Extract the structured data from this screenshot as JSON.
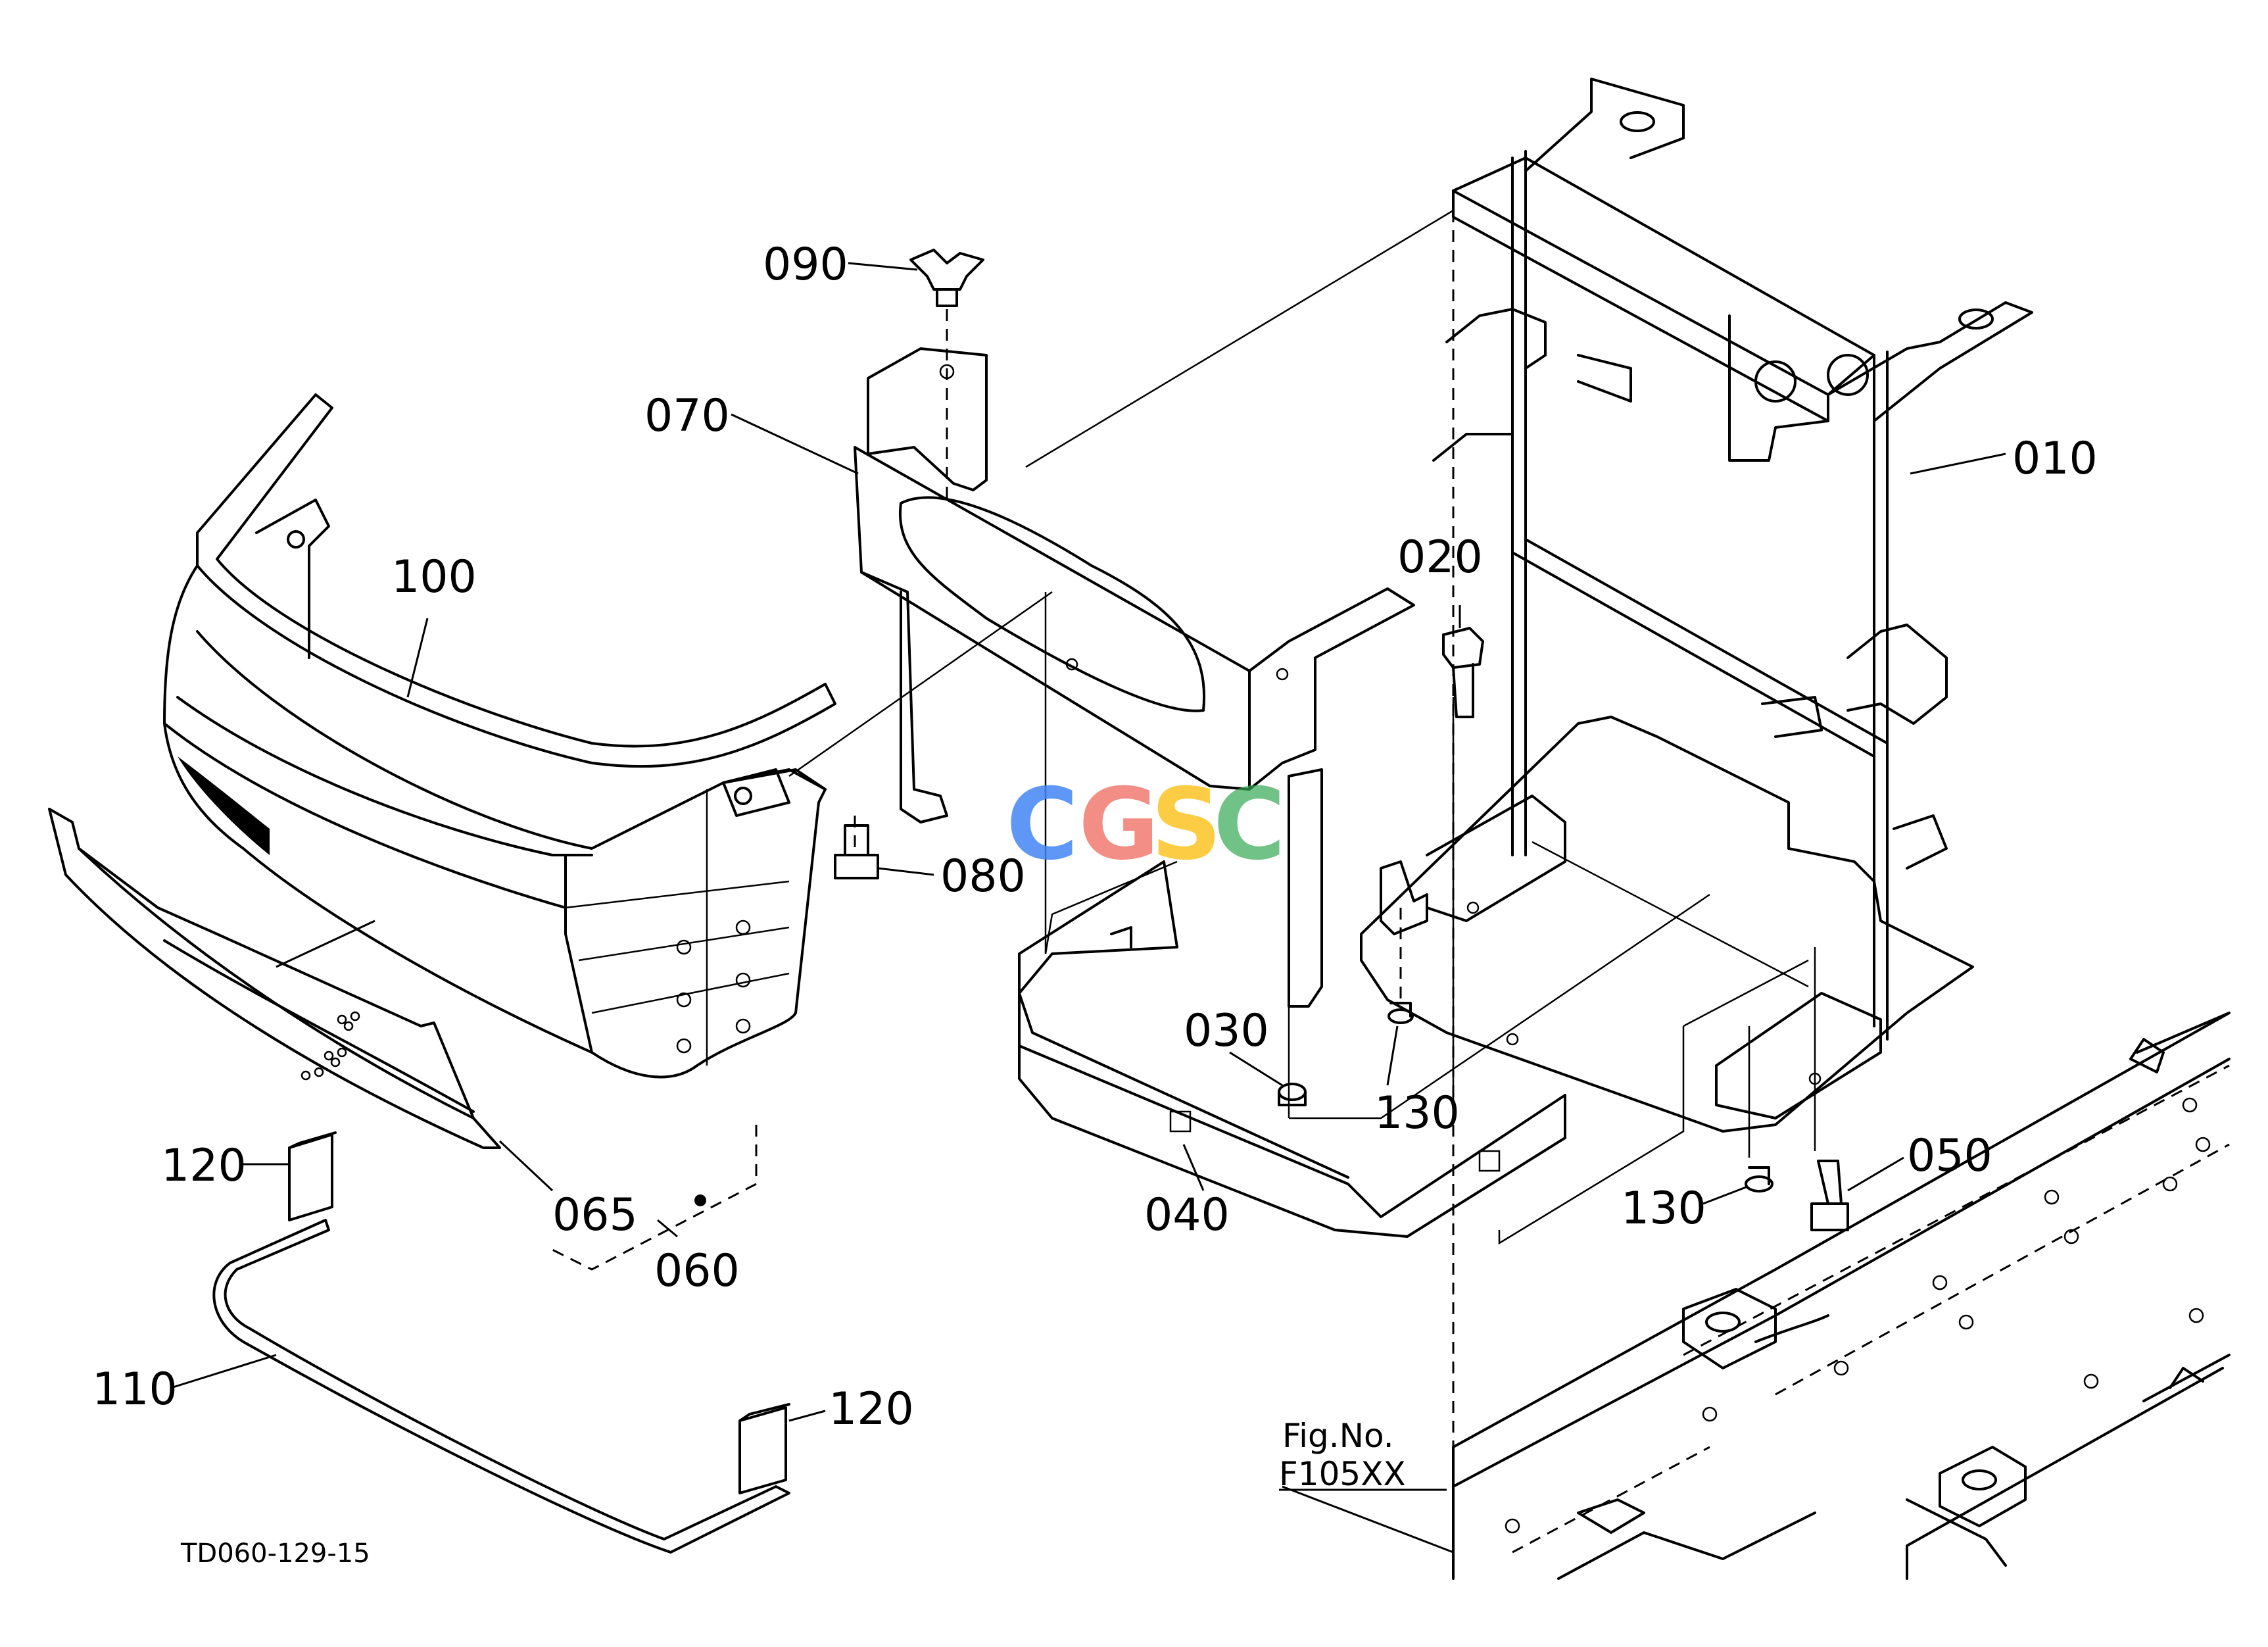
{
  "diagram": {
    "drawing_number": "TD060-129-15",
    "figure_reference": {
      "label": "Fig.No.",
      "number": "F105XX"
    },
    "watermark": "CGSC",
    "watermark_colors": [
      "#4285F4",
      "#EA4335",
      "#FBBC05",
      "#34A853"
    ],
    "parts": {
      "p010": "010",
      "p020": "020",
      "p030": "030",
      "p040": "040",
      "p050": "050",
      "p060": "060",
      "p065": "065",
      "p070": "070",
      "p080": "080",
      "p090": "090",
      "p100": "100",
      "p110": "110",
      "p120a": "120",
      "p120b": "120",
      "p130a": "130",
      "p130b": "130"
    }
  }
}
